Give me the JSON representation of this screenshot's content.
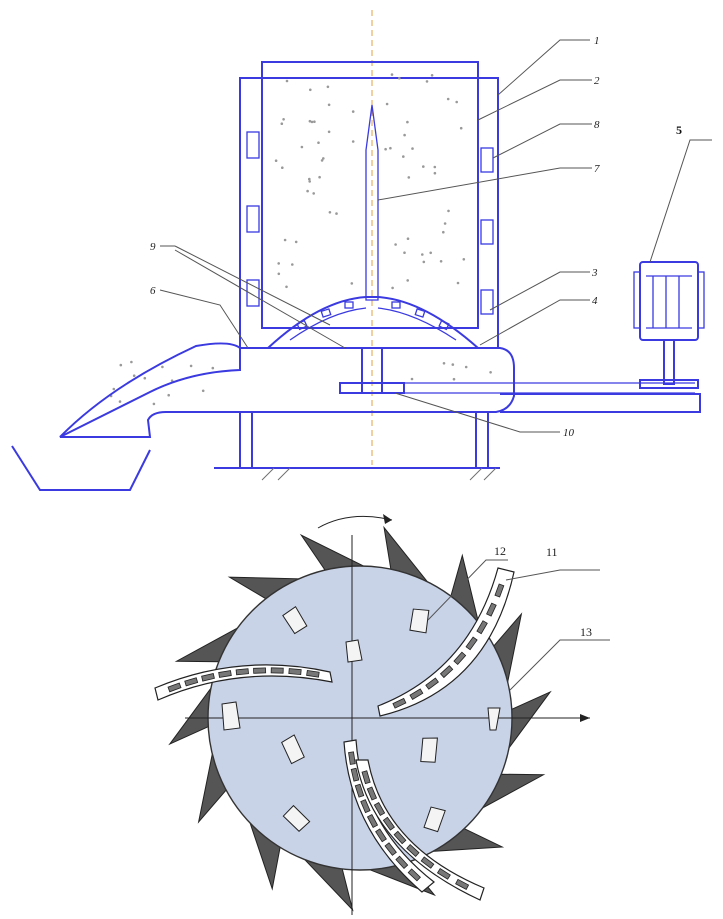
{
  "top_drawing": {
    "labels": {
      "l1": "1",
      "l2": "2",
      "l3": "8",
      "l4": "7",
      "l5": "3",
      "l6": "4",
      "l7": "5",
      "l8": "9",
      "l9": "6",
      "l10": "10"
    }
  },
  "bottom_drawing": {
    "labels": {
      "l12": "12",
      "l11": "11",
      "l13": "13"
    }
  },
  "colors": {
    "drawing_lines": "#3a3ae0",
    "disc_fill": "#c9d3e8",
    "axis": "#e0a040"
  }
}
